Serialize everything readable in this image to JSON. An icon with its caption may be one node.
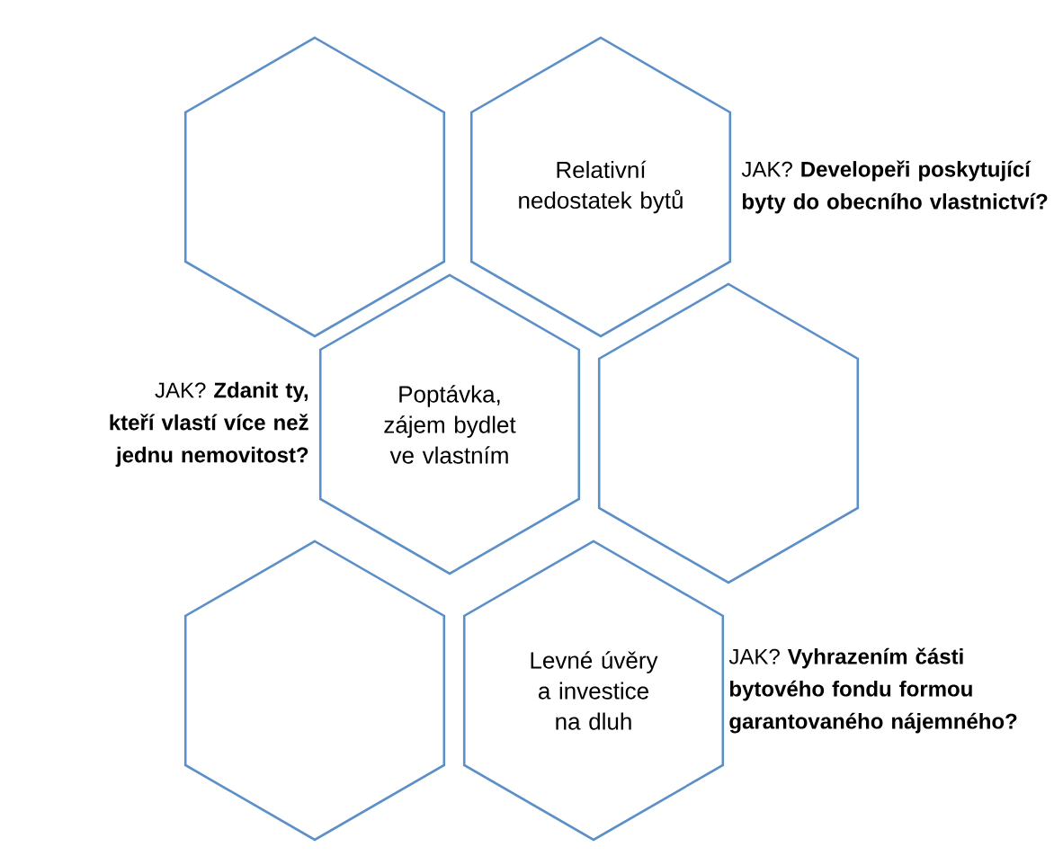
{
  "diagram": {
    "nodes": [
      {
        "text": [],
        "shape": "hexagon"
      },
      {
        "text": [
          "Relativní nedostatek bytů"
        ],
        "beside": [
          "JAK? **Developeři poskytující byty do obecního vlastnictví?**"
        ]
      },
      {
        "text": [
          "Poptávka, zájem bydlet ve vlastním"
        ],
        "beside": [
          "JAK? **Zdanit ty, kteří vlastí více než jednu nemovitost?**"
        ]
      },
      {
        "text": [],
        "shape": "hexagon"
      },
      {
        "text": [],
        "shape": "hexagon"
      },
      {
        "text": [
          "Levné úvěry a investice na dluh"
        ],
        "beside": [
          "JAK? **Vyhrazením části bytového fondu formou garantovaného nájemného?**"
        ]
      }
    ]
  }
}
